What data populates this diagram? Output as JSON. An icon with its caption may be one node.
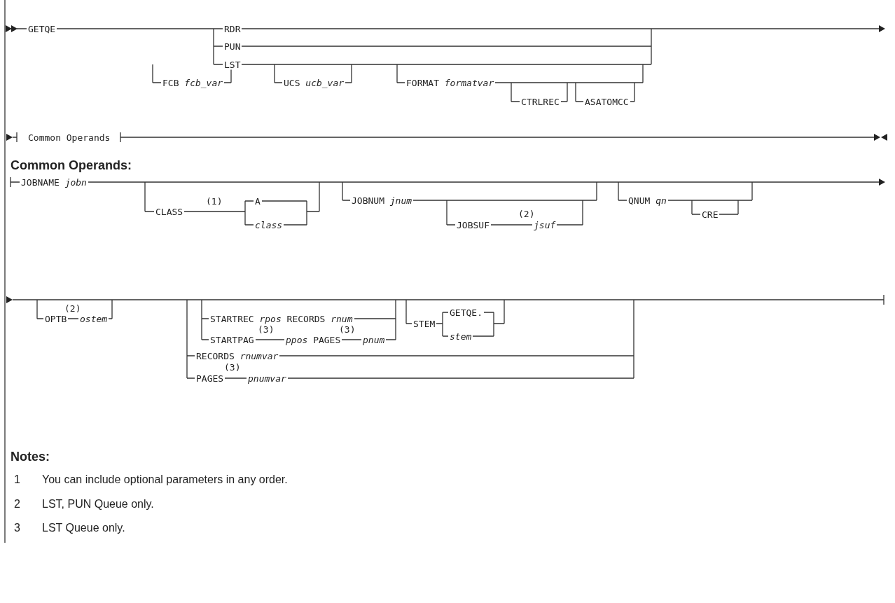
{
  "diagram": {
    "labels": [
      "GETQE",
      "RDR",
      "PUN",
      "LST",
      "FCB *fcb_var*",
      "UCS *ucb_var*",
      "FORMAT *formatvar*",
      "CTRLREC",
      "ASATOMCC",
      "Common Operands",
      "Common Operands:",
      "JOBNAME *jobn*",
      "(1)",
      "CLASS",
      "A",
      "class",
      "JOBNUM *jnum*",
      "(2)",
      "JOBSUF",
      "jsuf",
      "QNUM *qn*",
      "CRE",
      "(2)",
      "OPTB",
      "ostem",
      "STARTREC *rpos* RECORDS *rnum*",
      "(3)",
      "(3)",
      "STARTPAG",
      "*ppos* PAGES",
      "pnum",
      "STEM",
      "GETQE.",
      "stem",
      "RECORDS *rnumvar*",
      "(3)",
      "PAGES",
      "pnumvar",
      "Notes:",
      "1",
      "You can include optional parameters in any order.",
      "2",
      "LST, PUN Queue only.",
      "3",
      "LST Queue only."
    ]
  }
}
